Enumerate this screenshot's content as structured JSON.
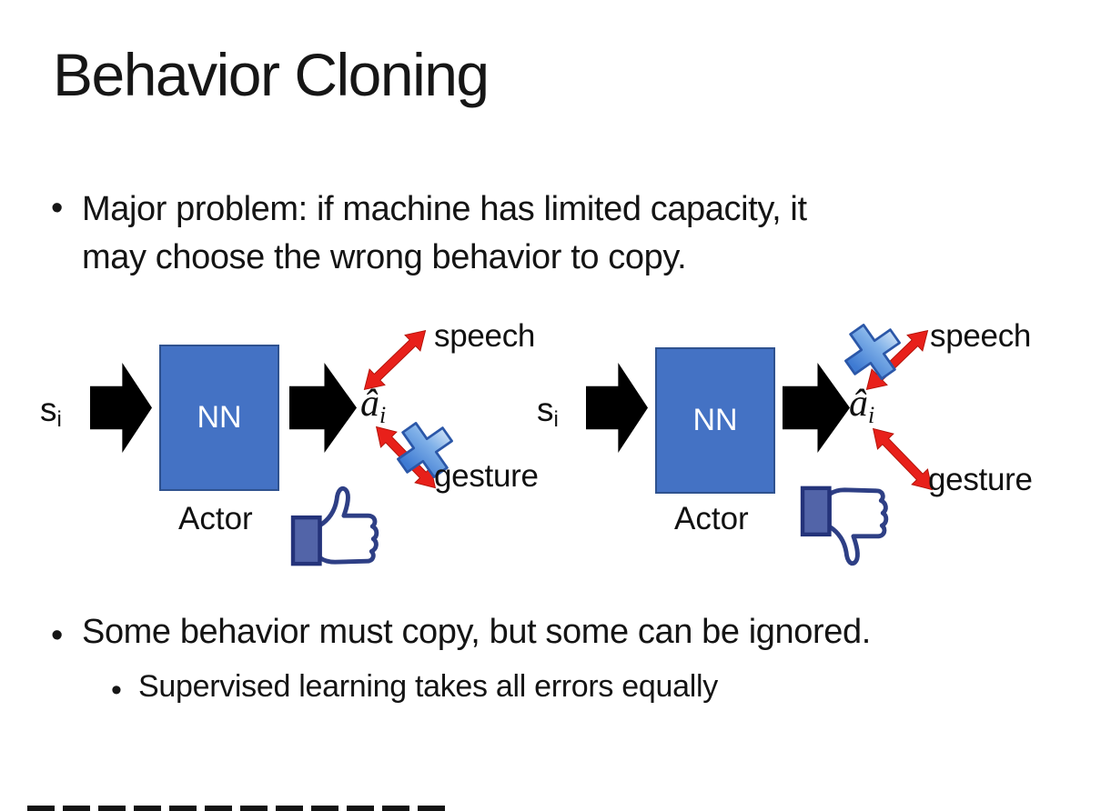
{
  "slide_title": "Behavior Cloning",
  "bullets": {
    "marker": "•",
    "b1_line1": "Major problem: if machine has limited capacity, it",
    "b1_line2": "may choose the wrong behavior to copy.",
    "b2": "Some behavior must copy, but some can be ignored.",
    "b3": "Supervised learning takes all errors equally"
  },
  "diagram_left": {
    "input_base": "s",
    "input_sub": "i",
    "box_label": "NN",
    "output_base": "â",
    "output_sub": "i",
    "actor": "Actor",
    "speech": "speech",
    "gesture": "gesture",
    "crossed_out": "gesture",
    "feedback_icon": "thumbs-up"
  },
  "diagram_right": {
    "input_base": "s",
    "input_sub": "i",
    "box_label": "NN",
    "output_base": "â",
    "output_sub": "i",
    "actor": "Actor",
    "speech": "speech",
    "gesture": "gesture",
    "crossed_out": "speech",
    "feedback_icon": "thumbs-down"
  },
  "colors": {
    "nn_box": "#4472c4",
    "nn_border": "#2f528f",
    "arrow_black": "#000000",
    "arrow_red": "#e8201a",
    "x_mark_blue": "#3e7ad2",
    "x_mark_border": "#2b57a8",
    "thumb_outline": "#2e3f85",
    "thumb_cuff": "#5264a8"
  }
}
